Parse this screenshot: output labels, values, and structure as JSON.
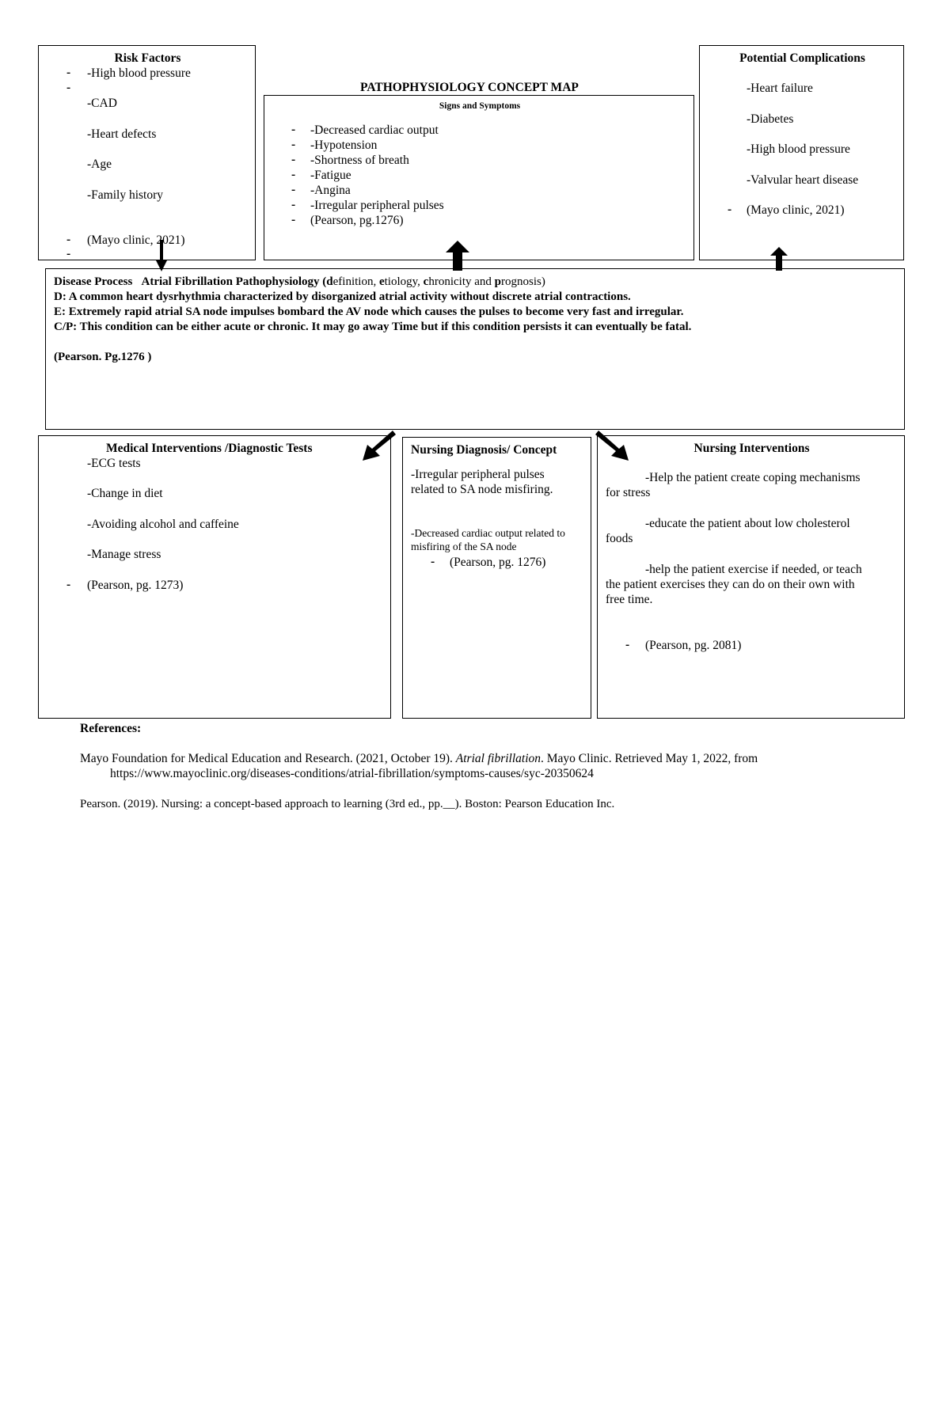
{
  "title": "PATHOPHYSIOLOGY CONCEPT MAP",
  "risk_factors": {
    "heading": "Risk Factors",
    "items": [
      "-High blood pressure",
      "-CAD",
      "-Heart defects",
      "-Age",
      "-Family history"
    ],
    "citation": "(Mayo clinic, 2021)"
  },
  "signs_symptoms": {
    "heading": "Signs and Symptoms",
    "items": [
      "-Decreased cardiac output",
      "-Hypotension",
      "-Shortness of breath",
      "-Fatigue",
      "-Angina",
      "-Irregular peripheral pulses",
      "(Pearson, pg.1276)"
    ]
  },
  "complications": {
    "heading": "Potential Complications",
    "items": [
      "-Heart failure",
      "-Diabetes",
      "-High blood pressure",
      "-Valvular heart disease"
    ],
    "citation": "(Mayo clinic, 2021)"
  },
  "disease_process": {
    "label": "Disease Process",
    "title_prefix": "Atrial Fibrillation Pathophysiology (",
    "title_d": "d",
    "title_d_rest": "efinition, ",
    "title_e": "e",
    "title_e_rest": "tiology, ",
    "title_c": "c",
    "title_c_rest": "hronicity and ",
    "title_p": "p",
    "title_p_rest": "rognosis)",
    "definition": "D: A common heart dysrhythmia characterized by disorganized atrial activity without discrete atrial contractions.",
    "etiology": "E: Extremely rapid atrial SA node impulses bombard the AV node which causes the pulses to become very fast and irregular.",
    "course": "C/P: This condition can be either acute or chronic. It may go away Time but if this condition persists it can eventually be fatal.",
    "citation": "(Pearson. Pg.1276 )"
  },
  "medical": {
    "heading": "Medical Interventions /Diagnostic Tests",
    "items": [
      "-ECG tests",
      "-Change in diet",
      "-Avoiding alcohol and caffeine",
      "-Manage stress"
    ],
    "citation": "(Pearson, pg. 1273)"
  },
  "nursing_dx": {
    "heading": "Nursing Diagnosis/ Concept",
    "item1": "-Irregular peripheral pulses related to SA node misfiring.",
    "item2": "-Decreased cardiac output related to misfiring of the SA node",
    "citation": "(Pearson, pg. 1276)"
  },
  "nursing_int": {
    "heading": "Nursing Interventions",
    "item1_a": "-Help the patient create coping mechanisms",
    "item1_b": "for stress",
    "item2_a": "-educate the patient about low cholesterol",
    "item2_b": "foods",
    "item3_a": "-help the patient exercise if needed, or teach",
    "item3_b": "the patient exercises they can do on their own with",
    "item3_c": "free time.",
    "citation": "(Pearson, pg. 2081)"
  },
  "references": {
    "heading": "References:",
    "ref1_pre": "Mayo Foundation for Medical Education and Research. (2021, October 19). ",
    "ref1_italic": "Atrial fibrillation",
    "ref1_post": ". Mayo Clinic. Retrieved May 1, 2022, from",
    "ref1_url": "https://www.mayoclinic.org/diseases-conditions/atrial-fibrillation/symptoms-causes/syc-20350624",
    "ref2": "Pearson. (2019). Nursing: a concept-based approach to learning (3rd ed., pp.__). Boston: Pearson Education Inc."
  }
}
